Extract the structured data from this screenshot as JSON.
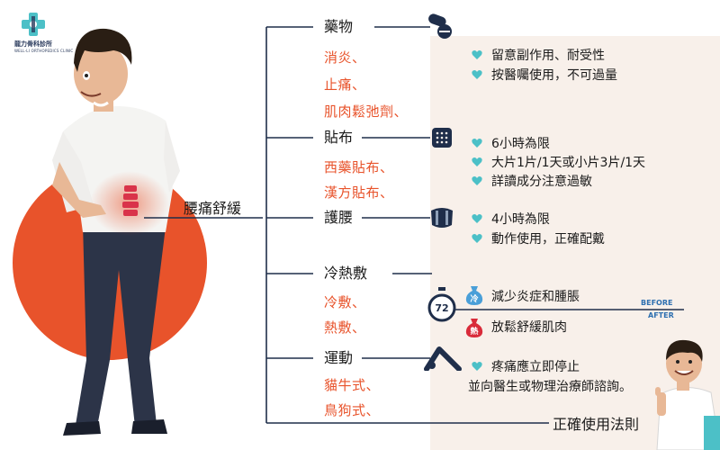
{
  "logo": {
    "name": "龍力骨科診所",
    "subtitle": "WELL-LI ORTHOPEDICS CLINIC"
  },
  "center_label": "腰痛舒緩",
  "categories": {
    "medicine": {
      "title": "藥物",
      "items": [
        "消炎、",
        "止痛、",
        "肌肉鬆弛劑、"
      ]
    },
    "patch": {
      "title": "貼布",
      "items": [
        "西藥貼布、",
        "漢方貼布、"
      ]
    },
    "brace": {
      "title": "護腰",
      "items": []
    },
    "hotcold": {
      "title": "冷熱敷",
      "items": [
        "冷敷、",
        "熱敷、"
      ]
    },
    "exercise": {
      "title": "運動",
      "items": [
        "貓牛式、",
        "鳥狗式、"
      ]
    }
  },
  "tips": {
    "medicine": [
      "留意副作用、耐受性",
      "按醫囑使用，不可過量"
    ],
    "patch": [
      "6小時為限",
      "大片1片/1天或小片3片/1天",
      "詳讀成分注意過敏"
    ],
    "brace": [
      "4小時為限",
      "動作使用，正確配戴"
    ],
    "hotcold": {
      "cold_badge": "冷",
      "cold": "減少炎症和腫脹",
      "hot_badge": "熱",
      "hot": "放鬆舒緩肌肉",
      "hours": "72",
      "before": "BEFORE",
      "after": "AFTER"
    },
    "exercise": [
      "疼痛應立即停止",
      "並向醫生或物理治療師諮詢。"
    ]
  },
  "footer": "正確使用法則",
  "colors": {
    "accent_orange": "#e8532b",
    "panel_bg": "#f8f0ea",
    "heart_teal": "#4cc0c7",
    "line_navy": "#1f2e4a",
    "before_after_blue": "#2d6fb0"
  },
  "icons": [
    "pill-icon",
    "patch-icon",
    "back-brace-icon",
    "stopwatch-icon",
    "yoga-pose-icon",
    "heart-icon",
    "ice-bag-icon",
    "hot-bag-icon"
  ]
}
